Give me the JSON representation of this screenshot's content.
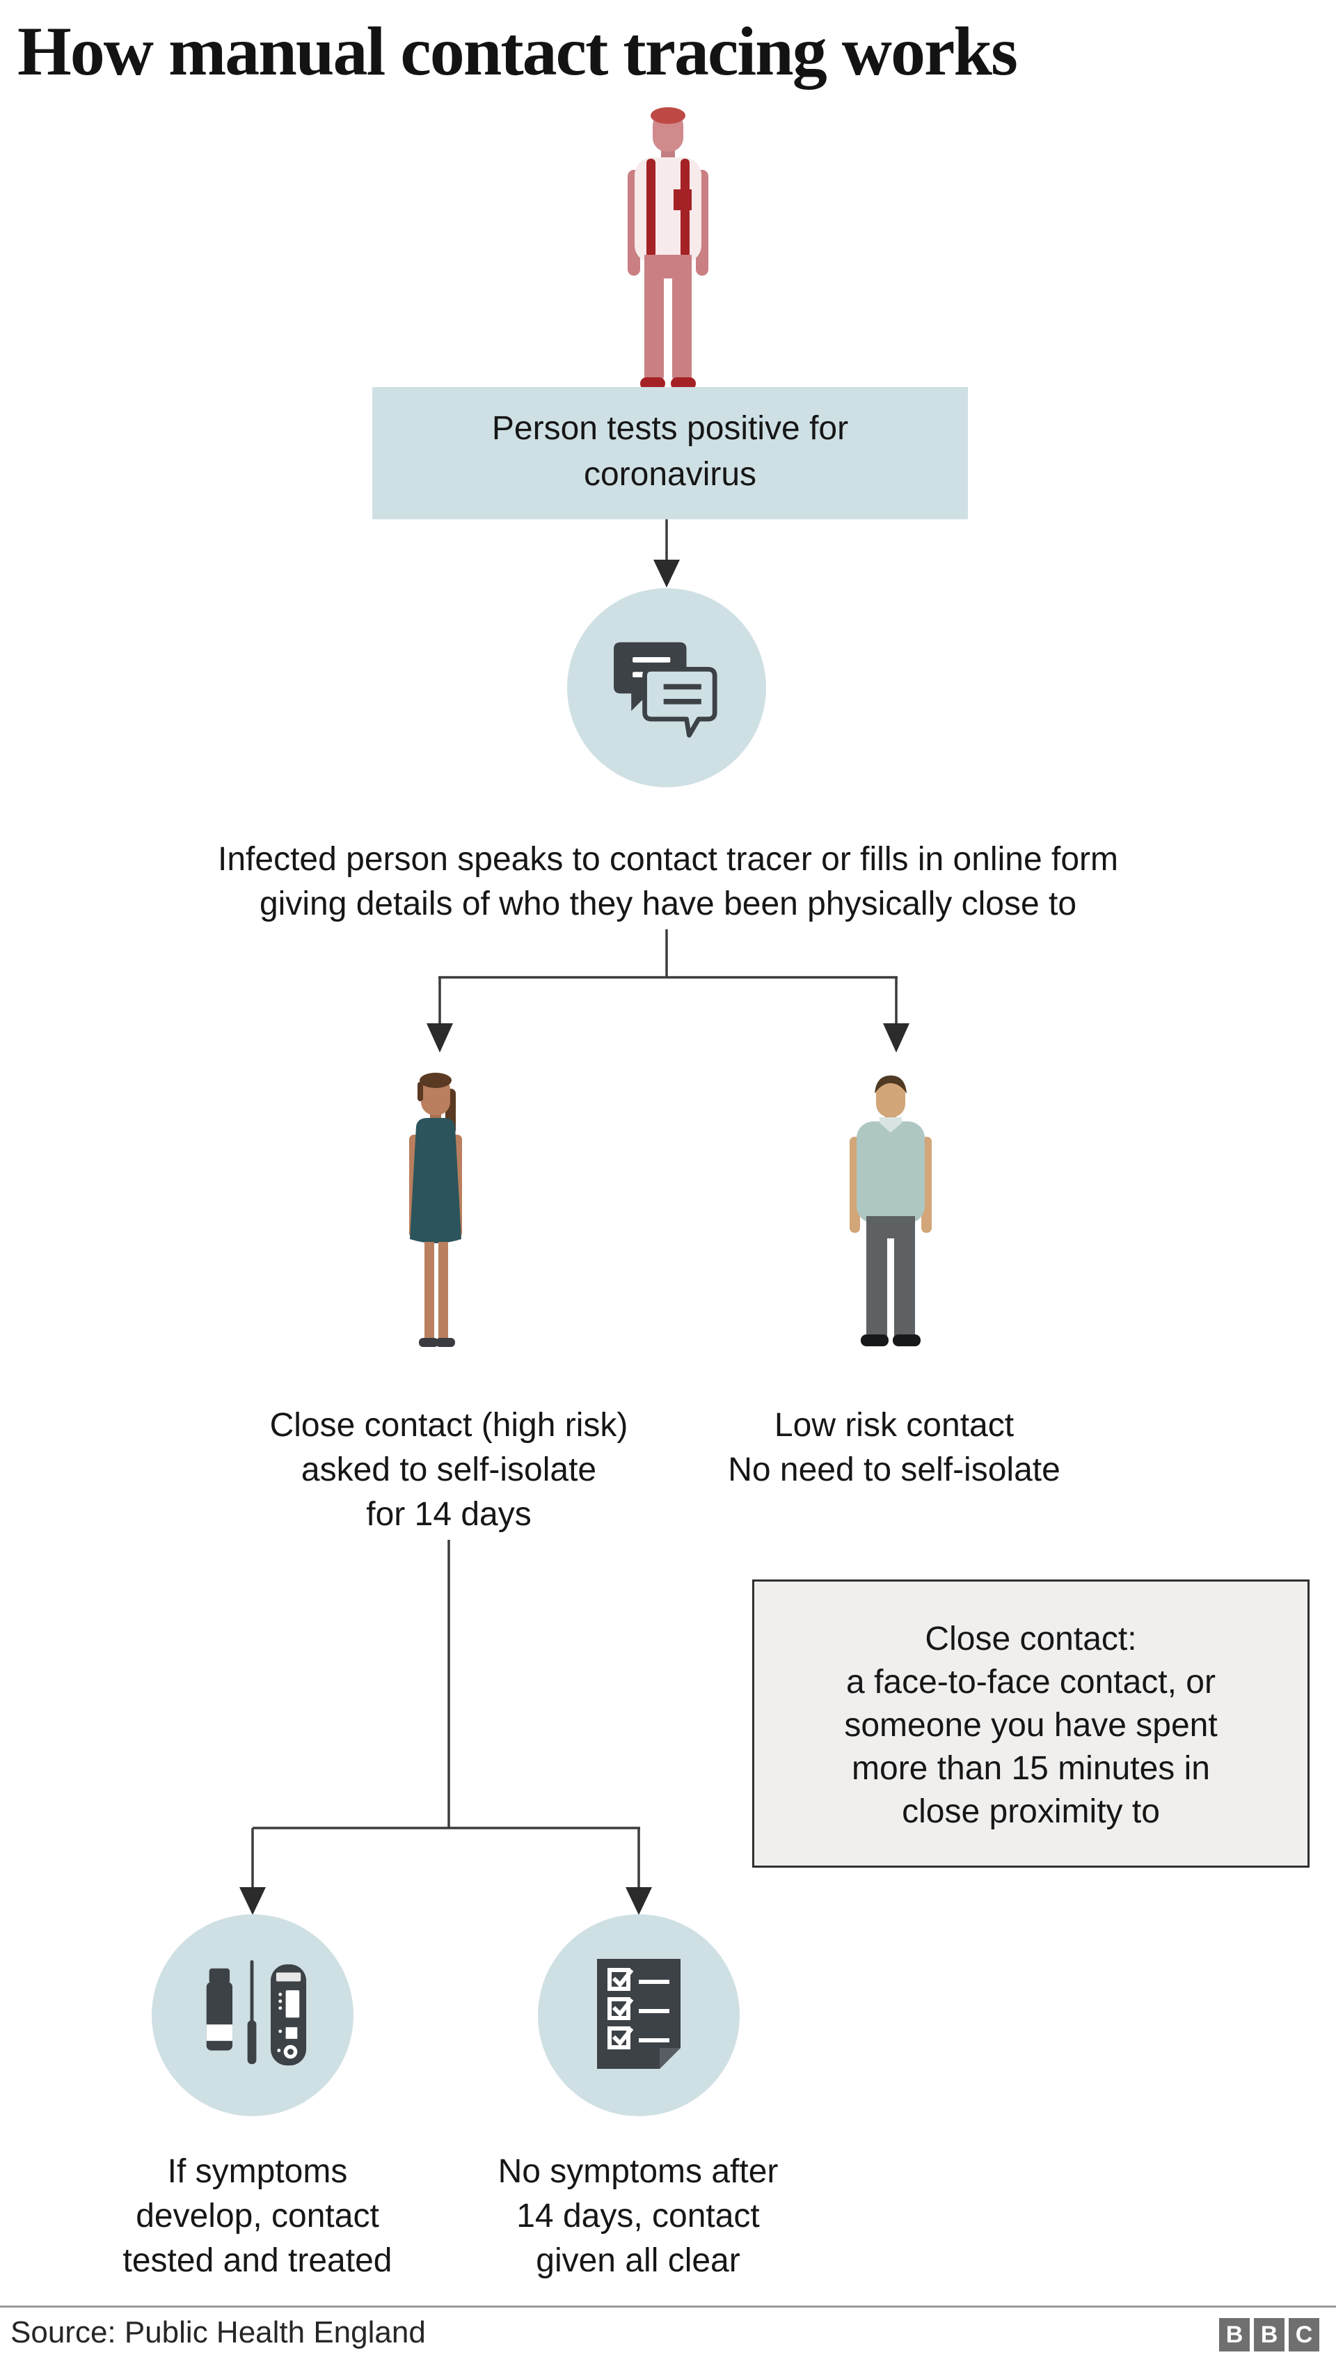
{
  "title": "How manual contact tracing works",
  "positive_box": {
    "lines": [
      "Person tests positive for",
      "coronavirus"
    ]
  },
  "tracer_text": {
    "lines": [
      "Infected person speaks to contact tracer or fills in online form",
      "giving details of who they have been physically close to"
    ]
  },
  "high_risk_label": {
    "lines": [
      "Close contact (high risk)",
      "asked to self-isolate",
      "for 14 days"
    ]
  },
  "low_risk_label": {
    "lines": [
      "Low risk contact",
      "No need to self-isolate"
    ]
  },
  "close_contact_box": {
    "lines": [
      "Close contact:",
      "a face-to-face contact, or",
      "someone you have spent",
      "more than 15 minutes in",
      "close proximity to"
    ]
  },
  "symptoms_label": {
    "lines": [
      "If symptoms",
      "develop, contact",
      "tested and treated"
    ]
  },
  "all_clear_label": {
    "lines": [
      "No symptoms after",
      "14 days, contact",
      "given all clear"
    ]
  },
  "footer": {
    "source": "Source: Public Health England",
    "logo_letters": [
      "B",
      "B",
      "C"
    ]
  },
  "icons": {
    "chat": "chat-bubbles-icon",
    "test_kit": "covid-test-kit-icon",
    "checklist": "checklist-icon"
  },
  "colors": {
    "accent_blue": "#cfe0e4",
    "icon_dark": "#3d4247",
    "connector": "#3c3c3c",
    "info_box_bg": "#f0efee",
    "info_box_border": "#2f2f2f",
    "divider": "#9b9b9b",
    "bbc_logo_gray": "#6f6f6f",
    "infected_red": "#a42125",
    "text": "#161616"
  }
}
